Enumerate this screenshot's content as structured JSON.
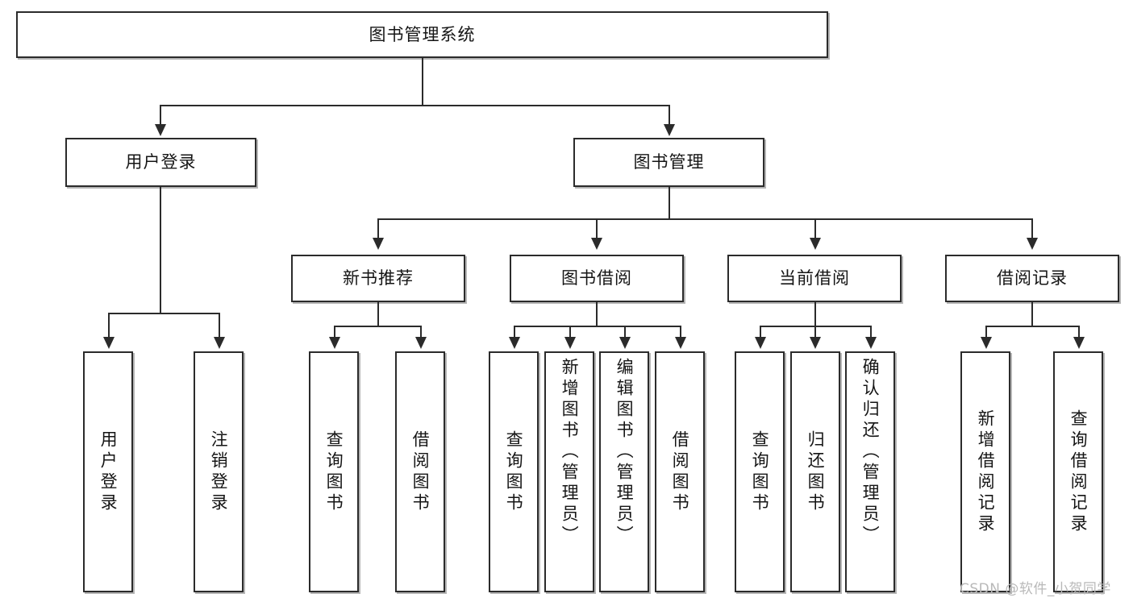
{
  "diagram": {
    "type": "tree-hierarchy",
    "title": "图书管理系统",
    "root": {
      "id": "root",
      "label": "图书管理系统"
    },
    "level2": [
      {
        "id": "user-login",
        "label": "用户登录"
      },
      {
        "id": "book-manage",
        "label": "图书管理"
      }
    ],
    "level3": [
      {
        "id": "new-book-rec",
        "label": "新书推荐",
        "parent": "book-manage"
      },
      {
        "id": "book-borrow",
        "label": "图书借阅",
        "parent": "book-manage"
      },
      {
        "id": "current-borrow",
        "label": "当前借阅",
        "parent": "book-manage"
      },
      {
        "id": "borrow-record",
        "label": "借阅记录",
        "parent": "book-manage"
      }
    ],
    "leaves": {
      "user_login": [
        {
          "id": "leaf-user-login",
          "label": "用户登录"
        },
        {
          "id": "leaf-user-logout",
          "label": "注销登录"
        }
      ],
      "new_book_rec": [
        {
          "id": "leaf-query-book-1",
          "label": "查询图书"
        },
        {
          "id": "leaf-borrow-book-1",
          "label": "借阅图书"
        }
      ],
      "book_borrow": [
        {
          "id": "leaf-query-book-2",
          "label": "查询图书"
        },
        {
          "id": "leaf-add-book",
          "label": "新增图书（管理员）"
        },
        {
          "id": "leaf-edit-book",
          "label": "编辑图书（管理员）"
        },
        {
          "id": "leaf-borrow-book-2",
          "label": "借阅图书"
        }
      ],
      "current_borrow": [
        {
          "id": "leaf-query-book-3",
          "label": "查询图书"
        },
        {
          "id": "leaf-return-book",
          "label": "归还图书"
        },
        {
          "id": "leaf-confirm-return",
          "label": "确认归还（管理员）"
        }
      ],
      "borrow_record": [
        {
          "id": "leaf-add-record",
          "label": "新增借阅记录"
        },
        {
          "id": "leaf-query-record",
          "label": "查询借阅记录"
        }
      ]
    }
  },
  "watermark": {
    "text": "CSDN @软件_小贺同学"
  },
  "colors": {
    "background": "#ffffff",
    "box_border": "#2b2b2b",
    "box_fill": "#ffffff",
    "connector": "#2b2b2b",
    "text": "#151515",
    "watermark": "#b9b9b9"
  }
}
